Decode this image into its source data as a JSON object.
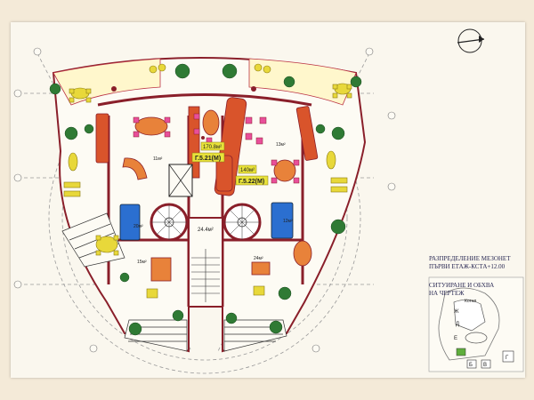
{
  "title_block": {
    "line1": "РАЗПРЕДЕЛЕНИЕ МЕЗОНЕТ",
    "line2": "ПЪРВИ ЕТАЖ-КСТА+12.00",
    "line3": "СИТУИРАНЕ И ОБХВА",
    "line4": "НА ЧЕРТЕЖ"
  },
  "labels": {
    "unit_left": "Г.5.21(М)",
    "unit_right": "Г.5.22(М)",
    "area_left": "170.8м²",
    "area_right": "140м²",
    "area_stair": "24.4м²",
    "area_small_left": "15м²",
    "area_small_right": "24м²",
    "room_a": "11м²",
    "room_b": "13м²",
    "room_c": "20м²",
    "room_d": "12м²"
  },
  "site_plan": {
    "letters": [
      "Ж",
      "Д",
      "Е",
      "Б",
      "В",
      "Г"
    ],
    "sign": "Котел"
  },
  "colors": {
    "wall": "#8a1f2a",
    "wall_orange": "#d9542b",
    "furniture_yellow": "#e8d83a",
    "furniture_orange": "#e8823a",
    "plant_green": "#2f7a34",
    "pool_blue": "#2b6fd0",
    "table_pink": "#e84f9a"
  }
}
